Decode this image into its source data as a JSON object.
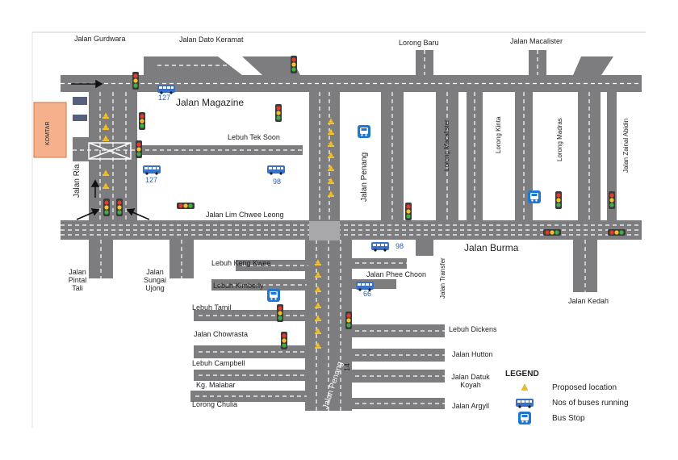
{
  "streets": {
    "gurdwara": "Jalan  Gurdwara",
    "dato_keramat": "Jalan Dato Keramat",
    "lorong_baru": "Lorong Baru",
    "macalister_top": "Jalan Macalister",
    "magazine": "Jalan Magazine",
    "tek_soon": "Lebuh Tek Soon",
    "lim_chwee_leong": "Jalan Lim Chwee Leong",
    "ria": "Jalan Ria",
    "penang_upper": "Jalan Penang",
    "lorong_macalister": "Lorong Macalister",
    "lorong_kinta": "Lorong Kinta",
    "lorong_madras": "Lorong Madras",
    "jalan_zainal_abidin": "Jalan Zainal Abidin",
    "burma": "Jalan  Burma",
    "pintal_tali": [
      "Jalan",
      "Pintal",
      "Tali"
    ],
    "sungai_ujong": [
      "Jalan",
      "Sungai",
      "Ujong"
    ],
    "keng_kwee": "Lebuh Keng Kwee",
    "kimberly": "Lebuh Kimberly",
    "tamil": "Lebuh Tamil",
    "chowrasta": "Jalan Chowrasta",
    "campbell": "Lebuh Campbell",
    "malabar": "Kg. Malabar",
    "chulia": "Lorong Chulia",
    "phee_choon": "Jalan Phee Choon",
    "transfer": "Jalan Transfer",
    "kedah": "Jalan Kedah",
    "dickens": "Lebuh Dickens",
    "hutton": "Jalan Hutton",
    "datuk_koyah": [
      "Jalan Datuk",
      "Koyah"
    ],
    "argyll": "Jalan Argyll",
    "penang_lower": "Jalan Penang",
    "komtar": "KOMTAR"
  },
  "buses": {
    "b127a": "127",
    "b127b": "127",
    "b98a": "98",
    "b98b": "98",
    "b66": "66",
    "b14": "14"
  },
  "legend": {
    "title": "LEGEND",
    "proposed": "Proposed location",
    "buses": "Nos of buses running",
    "stop": "Bus Stop"
  },
  "colors": {
    "road": "#7d7d80",
    "lane": "#ffffff",
    "komtar": "#f4b18b",
    "bus": "#3a6fc6",
    "stop": "#1f77d0",
    "marker": "#f2c12e"
  }
}
